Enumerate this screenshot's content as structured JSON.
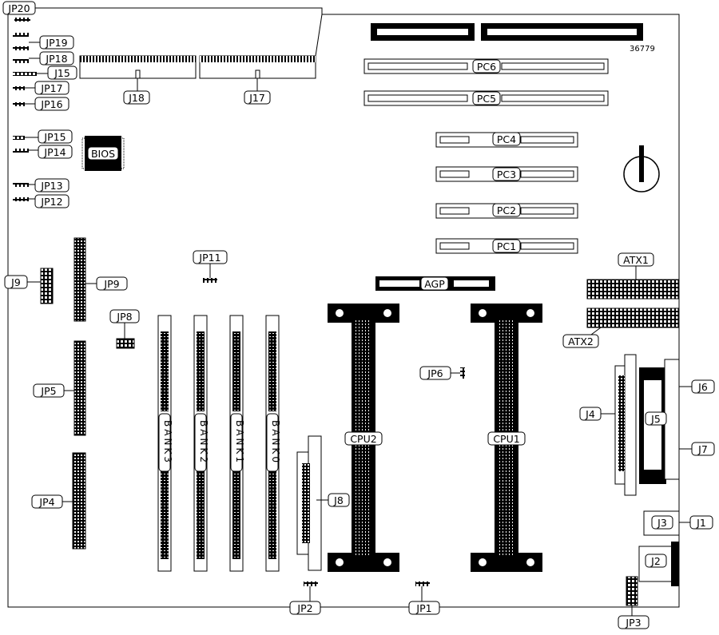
{
  "board": {
    "id": "36779"
  },
  "labels": {
    "jp20": "JP20",
    "jp19": "JP19",
    "jp18": "JP18",
    "j15": "J15",
    "jp17": "JP17",
    "jp16": "JP16",
    "jp15": "JP15",
    "jp14": "JP14",
    "jp13": "JP13",
    "jp12": "JP12",
    "bios": "BIOS",
    "j18": "J18",
    "j17": "J17",
    "pc6": "PC6",
    "pc5": "PC5",
    "pc4": "PC4",
    "pc3": "PC3",
    "pc2": "PC2",
    "pc1": "PC1",
    "agp": "AGP",
    "atx1": "ATX1",
    "atx2": "ATX2",
    "j9": "J9",
    "jp9": "JP9",
    "jp11": "JP11",
    "jp8": "JP8",
    "jp5": "JP5",
    "jp4": "JP4",
    "bank3": "BANK3",
    "bank2": "BANK2",
    "bank1": "BANK1",
    "bank0": "BANK0",
    "cpu2": "CPU2",
    "cpu1": "CPU1",
    "jp6": "JP6",
    "j4": "J4",
    "j5": "J5",
    "j6": "J6",
    "j7": "J7",
    "j8": "J8",
    "j3": "J3",
    "j1": "J1",
    "j2": "J2",
    "jp2": "JP2",
    "jp1": "JP1",
    "jp3": "JP3"
  }
}
